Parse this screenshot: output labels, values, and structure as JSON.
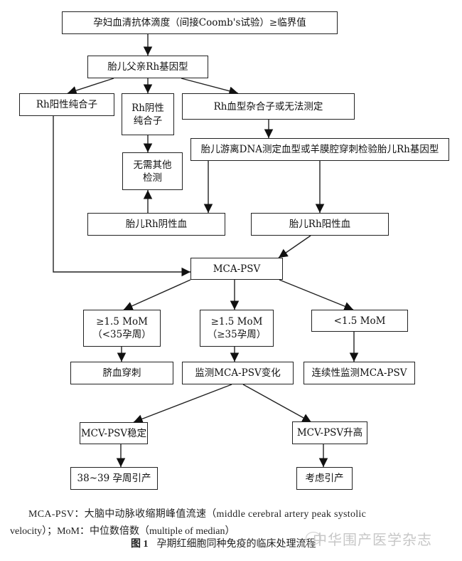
{
  "nodes": {
    "titer": "孕妇血清抗体滴度（间接Coomb's试验）≥临界值",
    "father_genotype": "胎儿父亲Rh基因型",
    "rh_pos_homo": "Rh阳性纯合子",
    "rh_neg_homo": "Rh阴性\n纯合子",
    "rh_hetero": "Rh血型杂合子或无法测定",
    "fetal_dna": "胎儿游离DNA测定血型或羊膜腔穿刺检验胎儿Rh基因型",
    "no_test": "无需其他\n检测",
    "fetal_rh_neg": "胎儿Rh阴性血",
    "fetal_rh_pos": "胎儿Rh阳性血",
    "mca_psv": "MCA-PSV",
    "ge15_lt35": "≥1.5 MoM\n（<35孕周）",
    "ge15_ge35": "≥1.5 MoM\n（≥35孕周）",
    "lt15": "<1.5 MoM",
    "cordocentesis": "脐血穿刺",
    "monitor_change": "监测MCA-PSV变化",
    "continuous_monitor": "连续性监测MCA-PSV",
    "stable": "MCV-PSV稳定",
    "elevated": "MCV-PSV升高",
    "induce_38_39": "38~39 孕周引产",
    "consider_induction": "考虑引产"
  },
  "edges": [
    [
      "titer",
      "father_genotype"
    ],
    [
      "father_genotype",
      "rh_pos_homo"
    ],
    [
      "father_genotype",
      "rh_neg_homo"
    ],
    [
      "father_genotype",
      "rh_hetero"
    ],
    [
      "rh_neg_homo",
      "no_test"
    ],
    [
      "rh_hetero",
      "fetal_dna"
    ],
    [
      "fetal_dna",
      "fetal_rh_neg"
    ],
    [
      "fetal_dna",
      "fetal_rh_pos"
    ],
    [
      "fetal_rh_neg",
      "no_test"
    ],
    [
      "fetal_rh_pos",
      "mca_psv"
    ],
    [
      "rh_pos_homo",
      "mca_psv"
    ],
    [
      "mca_psv",
      "ge15_lt35"
    ],
    [
      "mca_psv",
      "ge15_ge35"
    ],
    [
      "mca_psv",
      "lt15"
    ],
    [
      "ge15_lt35",
      "cordocentesis"
    ],
    [
      "ge15_ge35",
      "monitor_change"
    ],
    [
      "lt15",
      "continuous_monitor"
    ],
    [
      "monitor_change",
      "stable"
    ],
    [
      "monitor_change",
      "elevated"
    ],
    [
      "stable",
      "induce_38_39"
    ],
    [
      "elevated",
      "consider_induction"
    ]
  ],
  "caption": {
    "legend_line1": "MCA-PSV：大脑中动脉收缩期峰值流速（middle cerebral artery peak systolic",
    "legend_line2": "velocity）；MoM：中位数倍数（multiple of median）",
    "figure_label": "图 1",
    "figure_title": "孕期红细胞同种免疫的临床处理流程"
  },
  "watermark": "中华围产医学杂志"
}
